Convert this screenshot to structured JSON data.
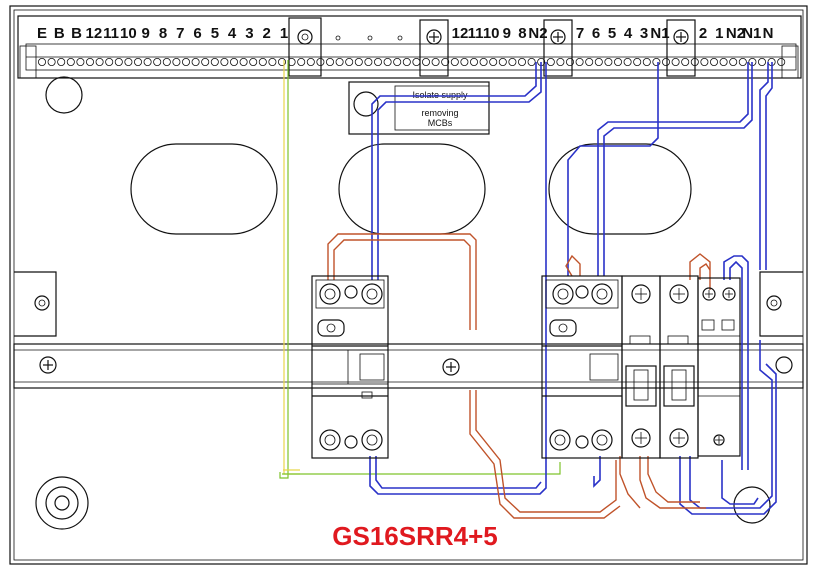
{
  "title": "GS16SRR4+5",
  "colors": {
    "title": "#e0191f",
    "neutral_wire": "#2a32c8",
    "live_wire": "#c0532a",
    "earth_green": "#7fc32c",
    "earth_yellow": "#e8d64a"
  },
  "terminal_labels": {
    "earth_bar": [
      "E",
      "B",
      "B",
      "12",
      "11",
      "10",
      "9",
      "8",
      "7",
      "6",
      "5",
      "4",
      "3",
      "2",
      "1"
    ],
    "neutral_bar_2": [
      "12",
      "11",
      "10",
      "9",
      "8",
      "N2"
    ],
    "neutral_bar_1": [
      "7",
      "6",
      "5",
      "4",
      "3",
      "N1"
    ],
    "main_bar": [
      "2",
      "1",
      "N2",
      "N1",
      "N"
    ]
  },
  "warning_label": {
    "line1": "Isolate supply",
    "line2": "removing",
    "line3": "MCBs"
  }
}
